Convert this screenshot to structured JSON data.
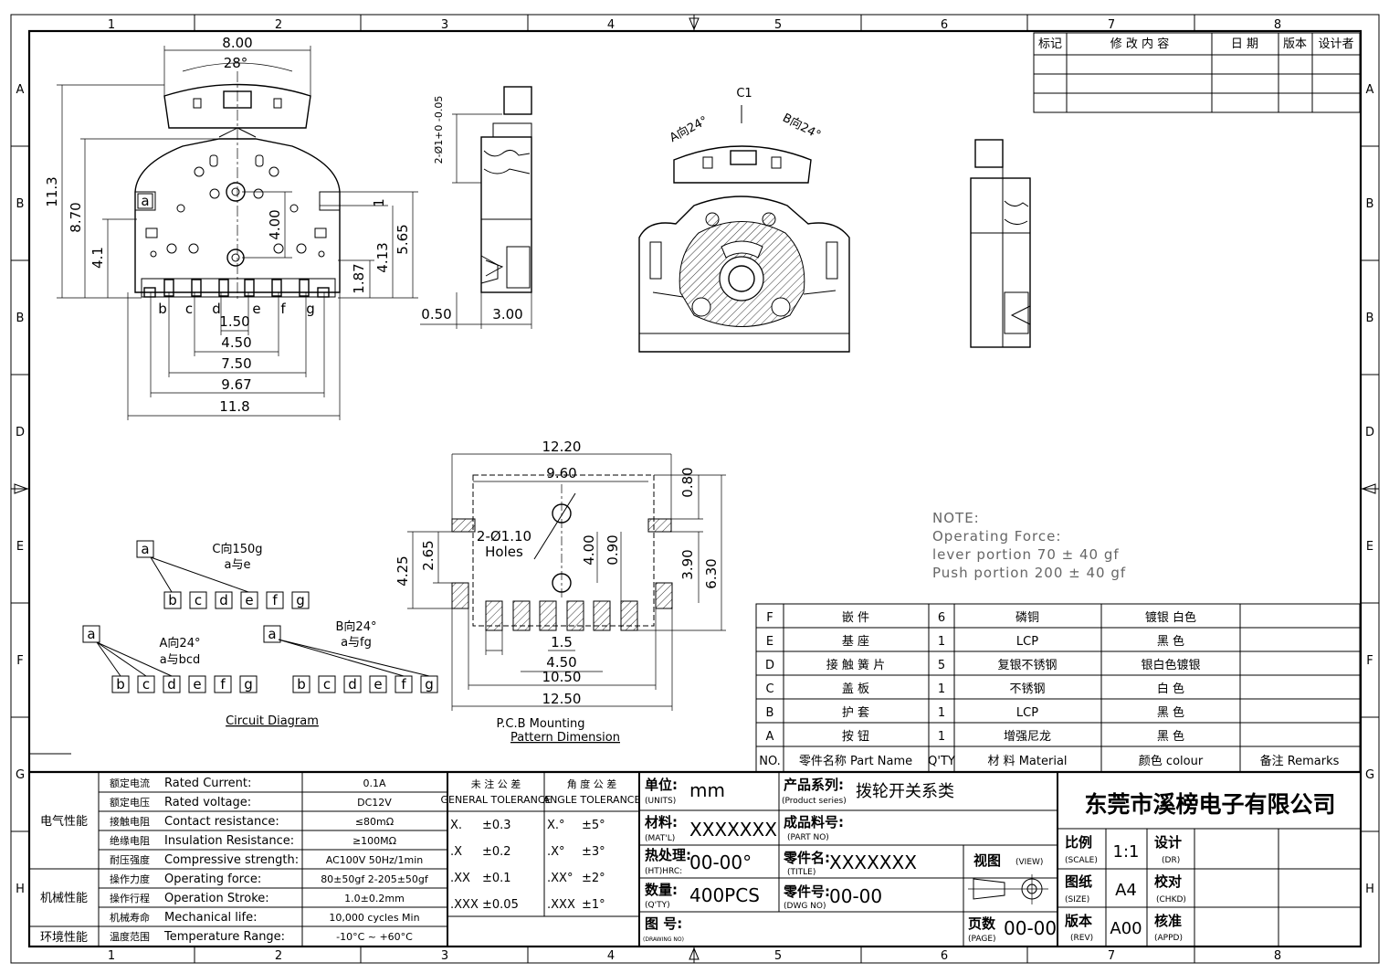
{
  "zones": {
    "columns": [
      "1",
      "2",
      "3",
      "4",
      "5",
      "6",
      "7",
      "8"
    ],
    "rows": [
      "A",
      "B",
      "B",
      "D",
      "E",
      "F",
      "G",
      "H"
    ]
  },
  "revision_table": {
    "headers": [
      "标记",
      "修 改 内 容",
      "日 期",
      "版本",
      "设计者"
    ]
  },
  "dimensions": {
    "top": [
      "8.00",
      "28°",
      "11.3",
      "8.70",
      "4.1",
      "4.00",
      "5.65",
      "4.13",
      "1.87",
      "1",
      "1.50",
      "4.50",
      "7.50",
      "9.67",
      "11.8"
    ],
    "pin_letters": [
      "b",
      "c",
      "d",
      "e",
      "f",
      "g"
    ],
    "pad_a": "a",
    "side": [
      "2-Ø1+0 -0.05",
      "0.50",
      "3.00"
    ],
    "front": [
      "C1",
      "A向24°",
      "B向24°"
    ],
    "pcb": [
      "12.20",
      "9.60",
      "0.80",
      "2-Ø1.10",
      "Holes",
      "4.00",
      "0.90",
      "3.90",
      "6.30",
      "4.25",
      "2.65",
      "1.5",
      "4.50",
      "10.50",
      "12.50"
    ]
  },
  "captions": {
    "pcb": [
      "P.C.B Mounting",
      "Pattern Dimension"
    ],
    "circuit": "Circuit Diagram"
  },
  "circuit": {
    "c": {
      "title": "C向150g",
      "sub": "a与e"
    },
    "a": {
      "title": "A向24°",
      "sub": "a与bcd"
    },
    "b": {
      "title": "B向24°",
      "sub": "a与fg"
    }
  },
  "note": [
    "NOTE:",
    "Operating Force:",
    "lever portion 70 ± 40 gf",
    "Push portion 200 ± 40 gf"
  ],
  "bom": {
    "rows": [
      [
        "F",
        "嵌 件",
        "6",
        "磷铜",
        "镀银 白色",
        ""
      ],
      [
        "E",
        "基 座",
        "1",
        "LCP",
        "黑 色",
        ""
      ],
      [
        "D",
        "接 触 簧 片",
        "5",
        "复银不锈钢",
        "银白色镀银",
        ""
      ],
      [
        "C",
        "盖 板",
        "1",
        "不锈钢",
        "白 色",
        ""
      ],
      [
        "B",
        "护 套",
        "1",
        "LCP",
        "黑 色",
        ""
      ],
      [
        "A",
        "按 钮",
        "1",
        "增强尼龙",
        "黑 色",
        ""
      ]
    ],
    "header": [
      "NO.",
      "零件名称 Part Name",
      "Q'TY",
      "材 料 Material",
      "颜色 colour",
      "备注 Remarks"
    ]
  },
  "specs": {
    "electrical": "电气性能",
    "mechanical": "机械性能",
    "environment": "环境性能",
    "rows": [
      [
        "额定电流",
        "Rated Current:",
        "0.1A"
      ],
      [
        "额定电压",
        "Rated voltage:",
        "DC12V"
      ],
      [
        "接触电阻",
        "Contact resistance:",
        "≤80mΩ"
      ],
      [
        "绝缘电阻",
        "Insulation Resistance:",
        "≥100MΩ"
      ],
      [
        "耐压强度",
        "Compressive strength:",
        "AC100V 50Hz/1min"
      ],
      [
        "操作力度",
        "Operating force:",
        "80±50gf 2-205±50gf"
      ],
      [
        "操作行程",
        "Operation Stroke:",
        "1.0±0.2mm"
      ],
      [
        "机械寿命",
        "Mechanical life:",
        "10,000 cycles Min"
      ],
      [
        "温度范围",
        "Temperature Range:",
        "-10°C ~ +60°C"
      ]
    ]
  },
  "tolerance": {
    "general_cn": "未 注 公 差",
    "general_en": "GENERAL TOLERANCE",
    "angle_cn": "角 度 公 差",
    "angle_en": "ANGLE TOLERANCE",
    "rows": [
      [
        "X.",
        "±0.3",
        "X.°",
        "±5°"
      ],
      [
        ".X",
        "±0.2",
        ".X°",
        "±3°"
      ],
      [
        ".XX",
        "±0.1",
        ".XX°",
        "±2°"
      ],
      [
        ".XXX",
        "±0.05",
        ".XXX",
        "±1°"
      ]
    ]
  },
  "title_block": {
    "units_label": "单位:",
    "units_en": "(UNITS)",
    "units": "mm",
    "material_label": "材料:",
    "material_en": "(MAT'L)",
    "material": "XXXXXXX",
    "ht_label": "热处理:",
    "ht_en": "(HT)HRC:",
    "ht": "00-00°",
    "qty_label": "数量:",
    "qty_en": "(Q'TY)",
    "qty": "400PCS",
    "drawing_label": "图 号:",
    "drawing_en": "(DRAWING NO)",
    "series_label": "产品系列:",
    "series_en": "(Product series)",
    "series": "拨轮开关系类",
    "part_label": "成品料号:",
    "part_en": "(PART NO)",
    "title_label": "零件名:",
    "title_en": "(TITLE)",
    "title": "XXXXXXX",
    "dwg_label": "零件号:",
    "dwg_en": "(DWG NO)",
    "dwg": "00-00",
    "view_label": "视图",
    "view_en": "(VIEW)",
    "page_label": "页数",
    "page_en": "(PAGE)",
    "page": "00-00",
    "company": "东莞市溪榜电子有限公司",
    "scale_label": "比例",
    "scale_en": "(SCALE)",
    "scale": "1:1",
    "size_label": "图纸",
    "size_en": "(SIZE)",
    "size": "A4",
    "rev_label": "版本",
    "rev_en": "(REV)",
    "rev": "A00",
    "dr_label": "设计",
    "dr_en": "(DR)",
    "chkd_label": "校对",
    "chkd_en": "(CHKD)",
    "appd_label": "核准",
    "appd_en": "(APPD)"
  }
}
